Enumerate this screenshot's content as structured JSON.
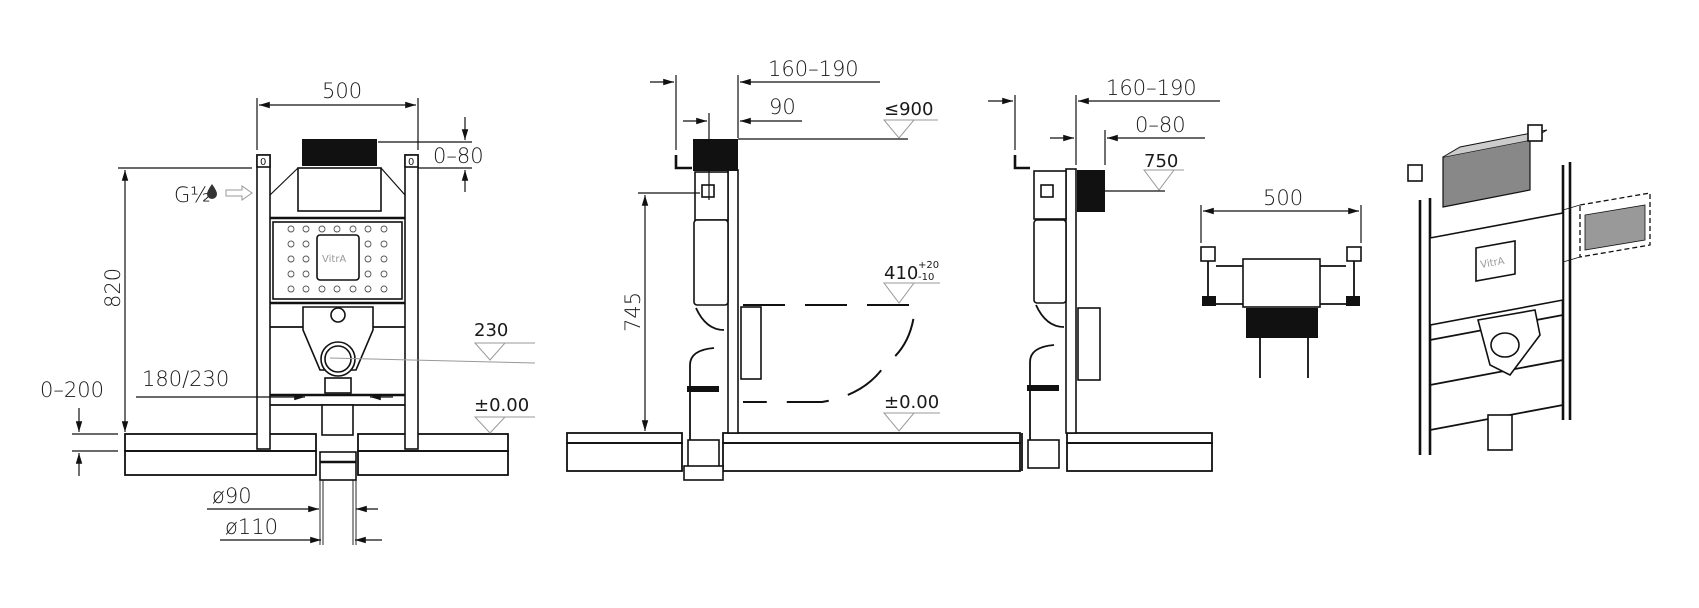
{
  "drawing": {
    "subject": "Concealed cistern installation frame – dimensional drawing",
    "brand_mark": "VitrA",
    "line_color": "#111111",
    "background": "#ffffff"
  },
  "front_view": {
    "width_label": "500",
    "height_label": "820",
    "top_adjust_label": "0–80",
    "water_inlet_label": "G½",
    "waste_spacing_label": "180/230",
    "floor_adjust_label": "0–200",
    "level_230_label": "230",
    "level_zero_label": "±0.00",
    "pipe_90_label": "ø90",
    "pipe_110_label": "ø110"
  },
  "side_view_wc": {
    "depth_label": "160–190",
    "depth_90_label": "90",
    "max_height_label": "≤900",
    "height_745_label": "745",
    "pan_height_label": "410",
    "pan_tol_upper": "+20",
    "pan_tol_lower": "-10",
    "level_zero_label": "±0.00"
  },
  "side_view_2": {
    "depth_label": "160–190",
    "adjust_label": "0–80",
    "level_750_label": "750"
  },
  "top_view": {
    "width_label": "500"
  },
  "iso_view": {
    "logo": "VitrA"
  }
}
